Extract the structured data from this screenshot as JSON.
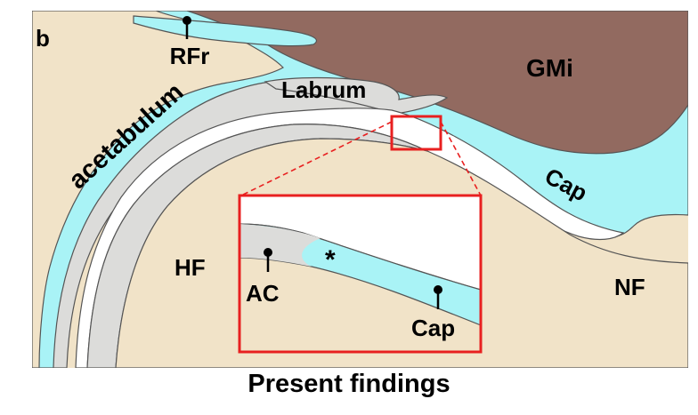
{
  "panel_label": "b",
  "labels": {
    "rfr": "RFr",
    "labrum": "Labrum",
    "gmi": "GMi",
    "acetabulum": "acetabulum",
    "cap_main": "Cap",
    "hf": "HF",
    "nf": "NF",
    "ac": "AC",
    "asterisk": "*",
    "cap_inset": "Cap"
  },
  "caption": "Present findings",
  "colors": {
    "tissue": "#f1e3c8",
    "cyan": "#a9f3f6",
    "muscle": "#926a60",
    "cartilage": "#dcdcda",
    "highlight": "#e82020"
  }
}
